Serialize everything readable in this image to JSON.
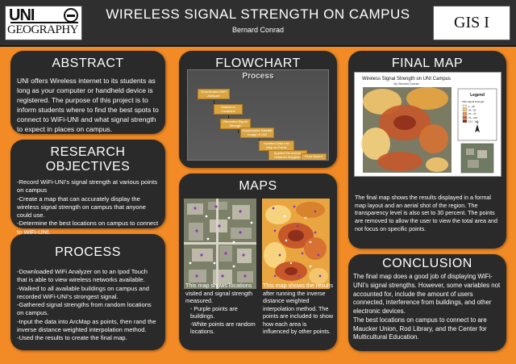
{
  "header": {
    "logo_line1": "UNI",
    "logo_line2": "GEOGRAPHY",
    "title": "WIRELESS SIGNAL STRENGTH ON CAMPUS",
    "author": "Bernard Conrad",
    "course": "GIS I"
  },
  "abstract": {
    "title": "ABSTRACT",
    "text": "UNI offers Wireless internet to its students as long as your computer or handheld device is registered.  The purpose of this project is to inform students where to find the best spots to connect to WiFi-UNI and what signal strength to expect in places on campus."
  },
  "research": {
    "title": "RESEARCH OBJECTIVES",
    "items": [
      "-Record WiFi-UNI's signal strength at various points on campus",
      "-Create a map that can accurately display the wireless signal strength on campus that anyone could use.",
      "-Determine the best locations on campus to connect to WiFi-UNI."
    ]
  },
  "process": {
    "title": "PROCESS",
    "items": [
      "-Downloaded WiFi Analyzer on to an Ipod Touch that is able to view wireless networks available.",
      "-Walked to all available buildings on campus and recorded WiFi-UNI's strongest signal.",
      "-Gathered signal strengths from random locations on campus.",
      "-Input the data into ArcMap as points, then rand the inverse distance weighted  interpolation method.",
      "-Used the results to create the final map."
    ]
  },
  "flowchart": {
    "title": "FLOWCHART",
    "heading": "Process",
    "steps": [
      "Downloaded WiFi Analyzer",
      "Walked to Locations",
      "Recorded Signal Strength",
      "Downloaded Satellite Image of UNI",
      "Inputted Data into Map as Points",
      "Applied the Inverse Distance Weighted Interpolation",
      "Final Output"
    ]
  },
  "maps": {
    "title": "MAPS",
    "caption1": {
      "intro": "This map shows locations visited and signal strength measured.",
      "b1": "- Purple points are buildings.",
      "b2": "-White points are random locations."
    },
    "caption2": "This map shows the results after running the inverse distance weighted interpolation method. The points are included to show how each area is influenced by other points."
  },
  "final_map": {
    "title": "FINAL MAP",
    "map_title": "Wireless Signal Strength on UNI Campus",
    "map_author": "By: Bernard Conrad",
    "legend_title": "Legend",
    "legend_sub": "WiFi Signal Strength",
    "legend_items": [
      {
        "label": "1 - 25",
        "color": "#fde7b6"
      },
      {
        "label": "26 - 50",
        "color": "#f7c67a"
      },
      {
        "label": "51 - 75",
        "color": "#ec9a4a"
      },
      {
        "label": "76 - 100",
        "color": "#c9582a"
      },
      {
        "label": "101 - 142",
        "color": "#8e2f1c"
      }
    ],
    "text": "The final map  shows the results displayed in a formal map layout and an aerial shot of the region. The transparency level is also set to 30 percent.  The points are removed to allow the user to view the total area and not focus on specific points."
  },
  "conclusion": {
    "title": "CONCLUSION",
    "text1": "The final map does a good job of displaying WiFi-UNI's signal strengths.  However, some variables not accounted for, include the amount of users connected, interference from buildings, and other electronic devices.",
    "text2": "The best locations on campus to connect to are Maucker Union, Rod Library, and the Center for Multicultural Education."
  },
  "colors": {
    "background": "#f28a25",
    "panel": "#2a2a2a",
    "header": "#2f2f2f",
    "flow_step": "#d9a441"
  }
}
